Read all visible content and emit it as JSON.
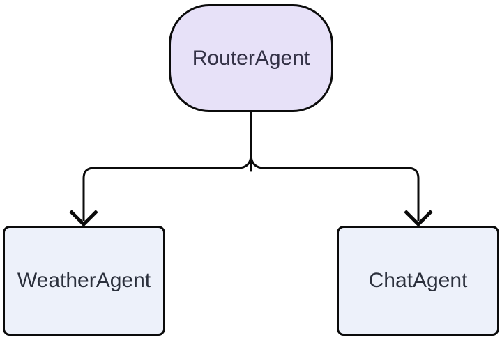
{
  "diagram": {
    "type": "flowchart",
    "direction": "top-down",
    "background_color": "#ffffff",
    "edge_color": "#0b0b0b",
    "nodes": [
      {
        "id": "router",
        "label": "RouterAgent",
        "shape": "stadium",
        "fill": "#e7e1f8",
        "border_color": "#0b0b0b",
        "text_color": "#343247"
      },
      {
        "id": "weather",
        "label": "WeatherAgent",
        "shape": "rounded-rectangle",
        "fill": "#edf1fa",
        "border_color": "#0b0b0b",
        "text_color": "#2b303c"
      },
      {
        "id": "chat",
        "label": "ChatAgent",
        "shape": "rounded-rectangle",
        "fill": "#edf1fa",
        "border_color": "#0b0b0b",
        "text_color": "#2b303c"
      }
    ],
    "edges": [
      {
        "from": "RouterAgent",
        "to": "WeatherAgent",
        "arrow": "open-chevron"
      },
      {
        "from": "RouterAgent",
        "to": "ChatAgent",
        "arrow": "open-chevron"
      }
    ]
  }
}
